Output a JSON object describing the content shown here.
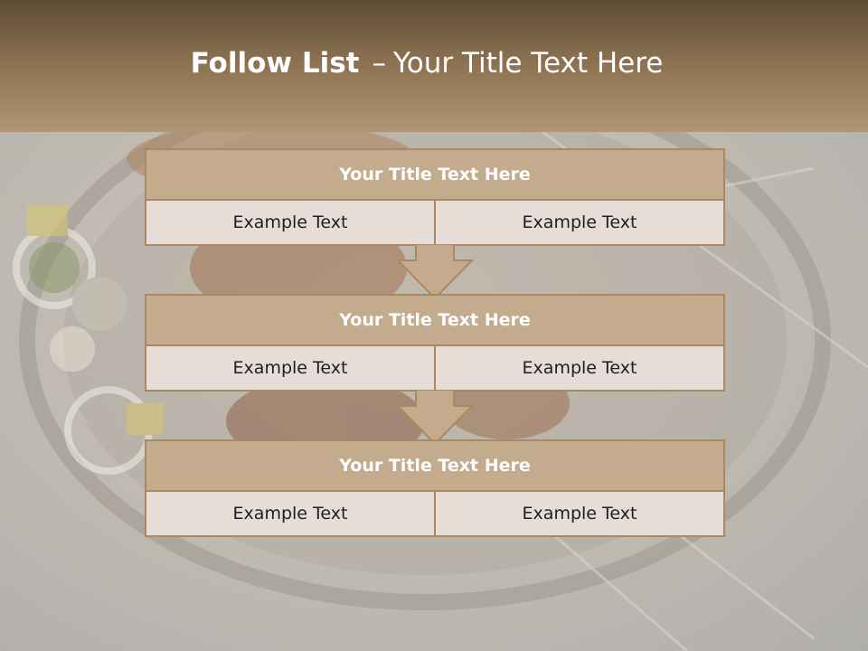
{
  "slide": {
    "title_bold": "Follow List",
    "title_separator": "–",
    "title_rest": "Your Title Text Here"
  },
  "blocks": [
    {
      "title": "Your Title Text Here",
      "cells": [
        "Example Text",
        "Example Text"
      ]
    },
    {
      "title": "Your Title Text Here",
      "cells": [
        "Example Text",
        "Example Text"
      ]
    },
    {
      "title": "Your Title Text Here",
      "cells": [
        "Example Text",
        "Example Text"
      ]
    }
  ],
  "colors": {
    "header_dark": "#5e4b34",
    "header_light": "#b09672",
    "box_title": "#c4ab8d",
    "box_border": "#a78a62",
    "box_cell": "#e6ddd8",
    "arrow_fill": "#c4ab8d"
  }
}
